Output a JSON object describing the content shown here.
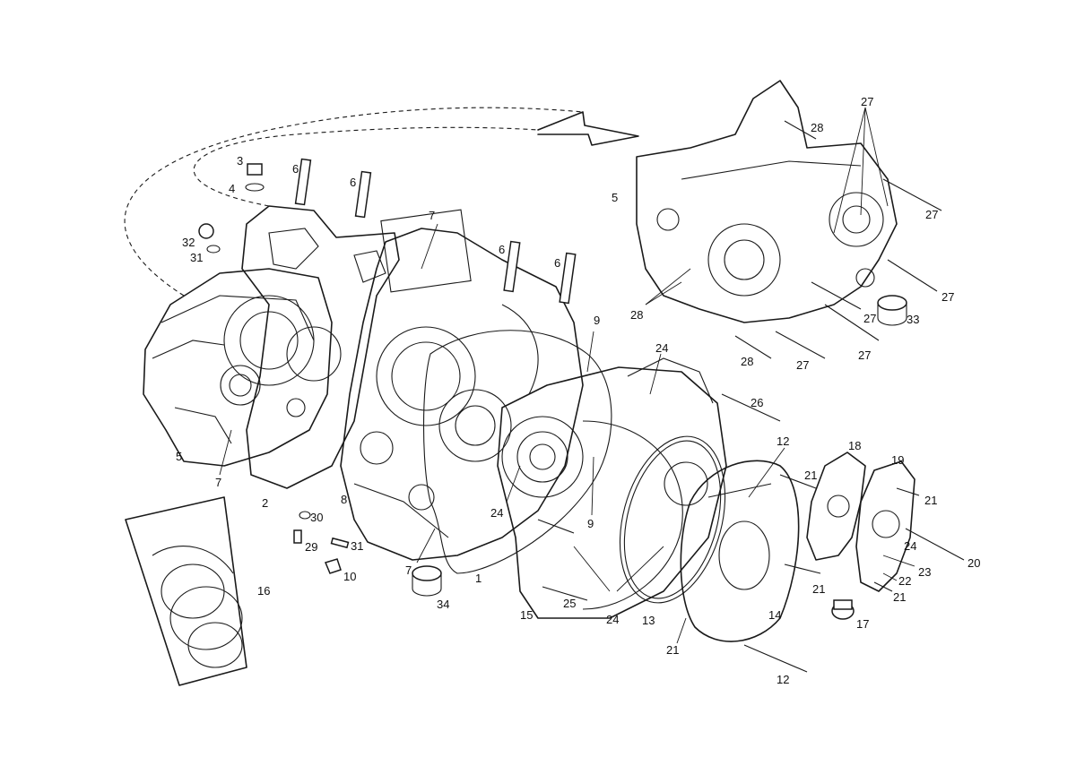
{
  "callouts": {
    "c1": "1",
    "c2": "2",
    "c3": "3",
    "c4": "4",
    "c5_left": "5",
    "c5_right": "5",
    "c6_a": "6",
    "c6_b": "6",
    "c6_c": "6",
    "c6_d": "6",
    "c7_top": "7",
    "c7_left": "7",
    "c7_mid": "7",
    "c8": "8",
    "c9_top": "9",
    "c9_mid": "9",
    "c10": "10",
    "c12_top": "12",
    "c12_bottom": "12",
    "c13": "13",
    "c14": "14",
    "c15": "15",
    "c16": "16",
    "c17": "17",
    "c18": "18",
    "c19": "19",
    "c20": "20",
    "c21_a": "21",
    "c21_b": "21",
    "c21_c": "21",
    "c21_d": "21",
    "c21_e": "21",
    "c22": "22",
    "c23": "23",
    "c24_a": "24",
    "c24_b": "24",
    "c24_c": "24",
    "c24_d": "24",
    "c25": "25",
    "c26": "26",
    "c27_a": "27",
    "c27_b": "27",
    "c27_c": "27",
    "c27_d": "27",
    "c27_e": "27",
    "c27_f": "27",
    "c28_a": "28",
    "c28_b": "28",
    "c28_c": "28",
    "c29": "29",
    "c30": "30",
    "c31_a": "31",
    "c31_b": "31",
    "c32": "32",
    "c33": "33",
    "c34": "34"
  }
}
